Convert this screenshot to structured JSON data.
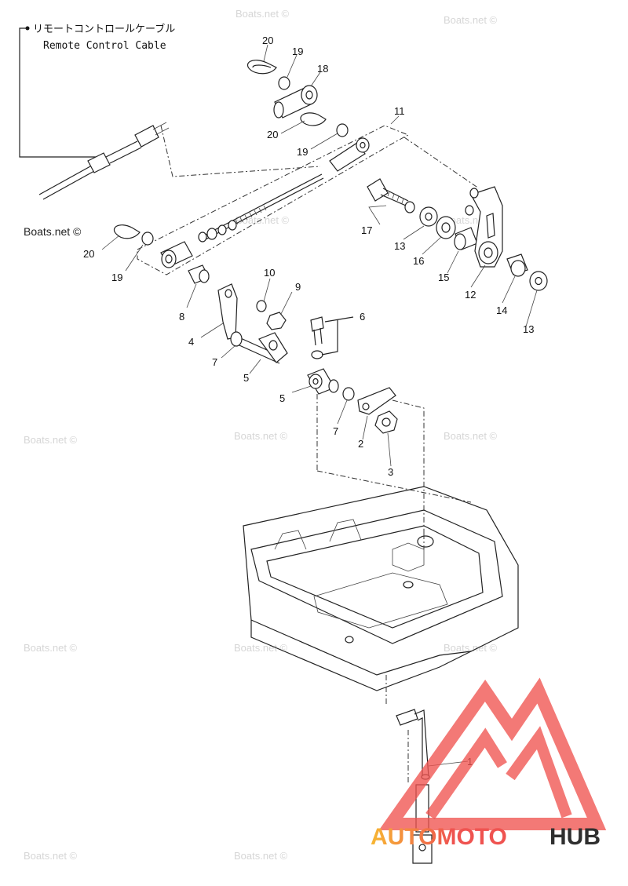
{
  "cable": {
    "label_jp": "リモートコントロールケーブル",
    "label_en": "Remote Control Cable"
  },
  "callouts": [
    "20",
    "19",
    "18",
    "20",
    "19",
    "11",
    "17",
    "13",
    "16",
    "15",
    "12",
    "14",
    "13",
    "20",
    "19",
    "10",
    "9",
    "8",
    "4",
    "7",
    "5",
    "6",
    "5",
    "7",
    "2",
    "3",
    "1"
  ],
  "watermarks": {
    "text": "Boats.net ©",
    "highlighted": "Boats.net ©"
  },
  "logo": {
    "text_accent": "AUTOMOTO",
    "text_dark": "HUB",
    "accent_color": "#ef5350",
    "gradient_end": "#f7b733",
    "dark_color": "#2f2f2f"
  }
}
